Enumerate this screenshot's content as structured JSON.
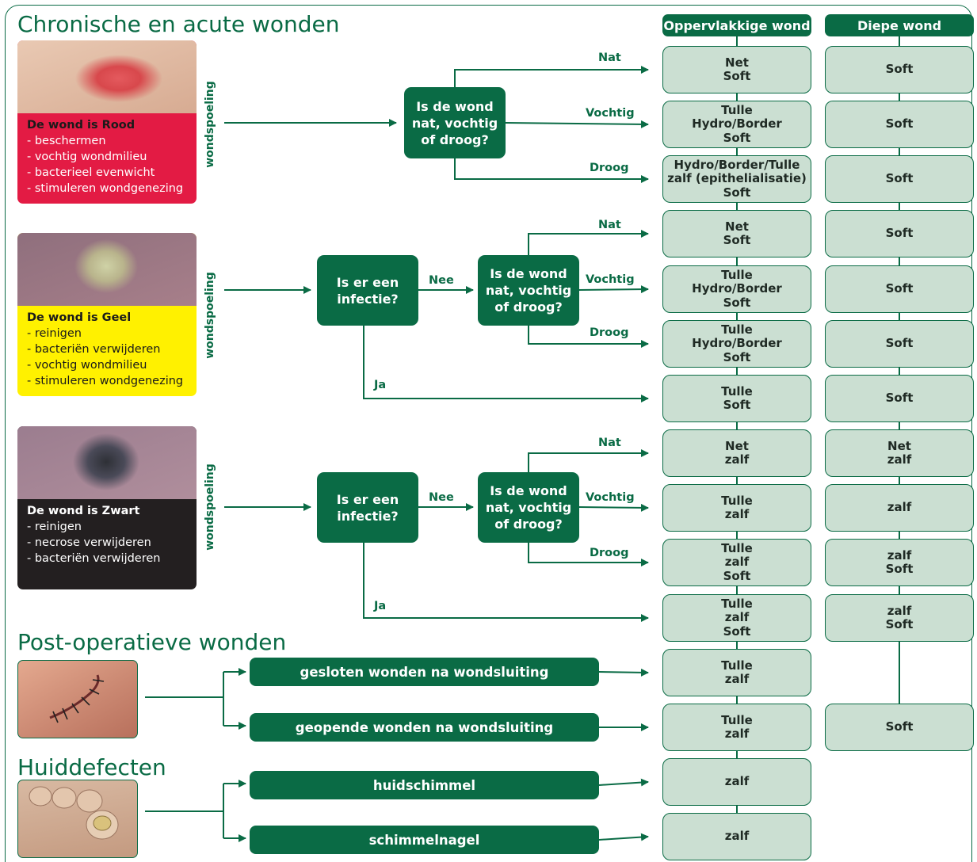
{
  "colors": {
    "green": "#0a6b45",
    "result_fill": "#cbdfd2",
    "red": "#e31b44",
    "yellow": "#fff100",
    "black": "#231f20"
  },
  "sections": {
    "chronisch": "Chronische en acute wonden",
    "postop": "Post-operatieve wonden",
    "huid": "Huiddefecten"
  },
  "columns": {
    "superficial": "Oppervlakkige wond",
    "deep": "Diepe wond"
  },
  "cards": [
    {
      "title": "De wond is Rood",
      "items": [
        "- beschermen",
        "- vochtig wondmilieu",
        "- bacterieel evenwicht",
        "- stimuleren wondgenezing"
      ]
    },
    {
      "title": "De wond is Geel",
      "items": [
        "- reinigen",
        "- bacteriën verwijderen",
        "- vochtig wondmilieu",
        "- stimuleren wondgenezing"
      ]
    },
    {
      "title": "De wond is Zwart",
      "items": [
        "- reinigen",
        "- necrose verwijderen",
        "- bacteriën verwijderen"
      ]
    }
  ],
  "rinse_label": "wondspoeling",
  "decisions": {
    "moisture": "Is de wond\nnat, vochtig\nof droog?",
    "infection": "Is er een\ninfectie?"
  },
  "edge_labels": {
    "nat": "Nat",
    "vochtig": "Vochtig",
    "droog": "Droog",
    "nee": "Nee",
    "ja": "Ja"
  },
  "pills": [
    "gesloten wonden na wondsluiting",
    "geopende wonden na wondsluiting",
    "huidschimmel",
    "schimmelnagel"
  ],
  "superficial": [
    [
      "Net",
      "Soft"
    ],
    [
      "Tulle",
      "Hydro/Border",
      "Soft"
    ],
    [
      "Hydro/Border/Tulle",
      "zalf (epithelialisatie)",
      "Soft"
    ],
    [
      "Net",
      "Soft"
    ],
    [
      "Tulle",
      "Hydro/Border",
      "Soft"
    ],
    [
      "Tulle",
      "Hydro/Border",
      "Soft"
    ],
    [
      "Tulle",
      "Soft"
    ],
    [
      "Net",
      "zalf"
    ],
    [
      "Tulle",
      "zalf"
    ],
    [
      "Tulle",
      "zalf",
      "Soft"
    ],
    [
      "Tulle",
      "zalf",
      "Soft"
    ],
    [
      "Tulle",
      "zalf"
    ],
    [
      "Tulle",
      "zalf"
    ],
    [
      "zalf"
    ],
    [
      "zalf"
    ]
  ],
  "deep": [
    [
      "Soft"
    ],
    [
      "Soft"
    ],
    [
      "Soft"
    ],
    [
      "Soft"
    ],
    [
      "Soft"
    ],
    [
      "Soft"
    ],
    [
      "Soft"
    ],
    [
      "Net",
      "zalf"
    ],
    [
      "zalf"
    ],
    [
      "zalf",
      "Soft"
    ],
    [
      "zalf",
      "Soft"
    ],
    [],
    [
      "Soft"
    ]
  ]
}
